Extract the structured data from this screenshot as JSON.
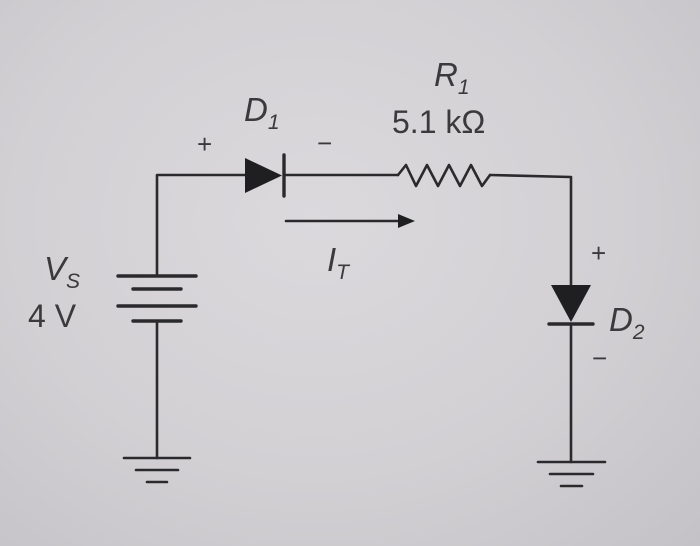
{
  "diagram": {
    "source": {
      "symbol": "V",
      "subscript": "S",
      "value": "4 V"
    },
    "diode1": {
      "symbol": "D",
      "subscript": "1"
    },
    "diode2": {
      "symbol": "D",
      "subscript": "2"
    },
    "resistor": {
      "symbol": "R",
      "subscript": "1",
      "value": "5.1 kΩ"
    },
    "current": {
      "symbol": "I",
      "subscript": "T"
    },
    "polarity": {
      "plus": "+",
      "minus": "−"
    }
  }
}
